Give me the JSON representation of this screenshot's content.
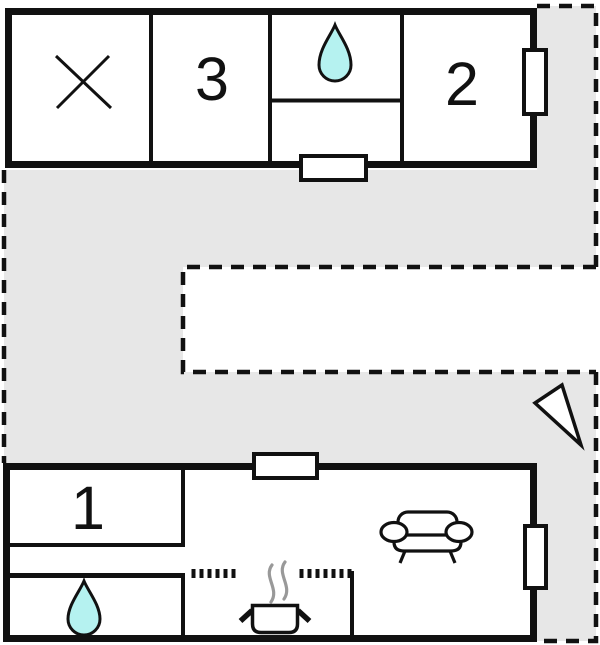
{
  "figure": {
    "kind": "floor-plan"
  },
  "colors": {
    "wall": "#111111",
    "terrace_fill": "#e7e7e7",
    "water_drop_fill": "#b5f2f0",
    "steam_stroke": "#999999",
    "background": "#ffffff"
  },
  "upper_building": {
    "cross_room": {
      "symbol": "cross-icon"
    },
    "room_3": {
      "label": "3"
    },
    "bathroom": {
      "symbol": "water-drop-icon"
    },
    "room_2": {
      "label": "2"
    },
    "windows": {
      "bottom_wall": 1,
      "right_wall": 1
    }
  },
  "terrace": {
    "outline_style": "dashed",
    "notch": "white rectangle open to right edge"
  },
  "compass": {
    "symbol": "north-arrow-icon"
  },
  "lower_building": {
    "room_1": {
      "label": "1"
    },
    "bathroom": {
      "symbol": "water-drop-icon"
    },
    "kitchen": {
      "symbol": "stove-icon",
      "divider": "dotted"
    },
    "living_area": {
      "symbol": "sofa-icon"
    },
    "windows": {
      "top_wall": 1,
      "right_wall": 1
    }
  }
}
